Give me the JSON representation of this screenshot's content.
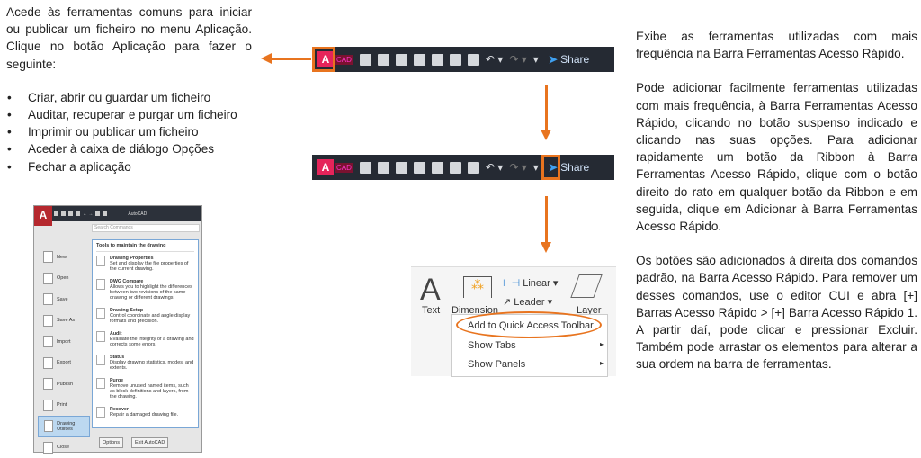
{
  "left_text": {
    "intro": "Acede às ferramentas comuns para iniciar ou publicar um ficheiro no menu Aplicação. Clique no botão Aplicação para fazer o seguinte:",
    "bullets": [
      "Criar, abrir ou guardar um ficheiro",
      "Auditar, recuperar e purgar um ficheiro",
      "Imprimir ou publicar um ficheiro",
      "Aceder à caixa de diálogo Opções",
      "Fechar a aplicação"
    ]
  },
  "toolbar": {
    "logo": "A",
    "cad": "CAD",
    "share": "Share"
  },
  "app_menu": {
    "logo": "A",
    "title": "AutoCAD",
    "search_placeholder": "Search Commands",
    "panel_title": "Tools to maintain the drawing",
    "left_items": [
      "New",
      "Open",
      "Save",
      "Save As",
      "Import",
      "Export",
      "Publish",
      "Print",
      "Drawing Utilities",
      "Close"
    ],
    "tools": [
      {
        "name": "Drawing Properties",
        "desc": "Set and display the file properties of the current drawing."
      },
      {
        "name": "DWG Compare",
        "desc": "Allows you to highlight the differences between two revisions of the same drawing or different drawings."
      },
      {
        "name": "Drawing Setup",
        "desc": "Control coordinate and angle display formats and precision."
      },
      {
        "name": "Audit",
        "desc": "Evaluate the integrity of a drawing and corrects some errors."
      },
      {
        "name": "Status",
        "desc": "Display drawing statistics, modes, and extents."
      },
      {
        "name": "Purge",
        "desc": "Remove unused named items, such as block definitions and layers, from the drawing."
      },
      {
        "name": "Recover",
        "desc": "Repair a damaged drawing file."
      }
    ],
    "options": "Options",
    "exit": "Exit AutoCAD"
  },
  "ribbon": {
    "text": "Text",
    "dimension": "Dimension",
    "linear": "Linear",
    "leader": "Leader",
    "layer": "Layer",
    "menu": [
      "Add to Quick Access Toolbar",
      "Show Tabs",
      "Show Panels"
    ]
  },
  "right_text": [
    "Exibe as ferramentas utilizadas com mais frequência na Barra Ferramentas Acesso Rápido.",
    "Pode adicionar facilmente ferramentas utilizadas com mais frequência, à Barra Ferramentas Acesso Rápido, clicando no botão suspenso indicado e clicando nas suas opções. Para adicionar rapidamente um botão da Ribbon à Barra Ferramentas Acesso Rápido, clique com o botão direito do rato em qualquer botão da Ribbon e em seguida, clique em Adicionar à Barra Ferramentas Acesso Rápido.",
    "Os botões são adicionados à direita dos comandos padrão, na Barra Acesso Rápido. Para remover um desses comandos, use o editor CUI e abra [+] Barras Acesso Rápido > [+] Barra Acesso Rápido 1. A partir daí, pode clicar e pressionar Excluir. Também pode arrastar os elementos para alterar a sua ordem na barra de ferramentas."
  ],
  "colors": {
    "accent": "#e8741f",
    "toolbar": "#252a33"
  }
}
